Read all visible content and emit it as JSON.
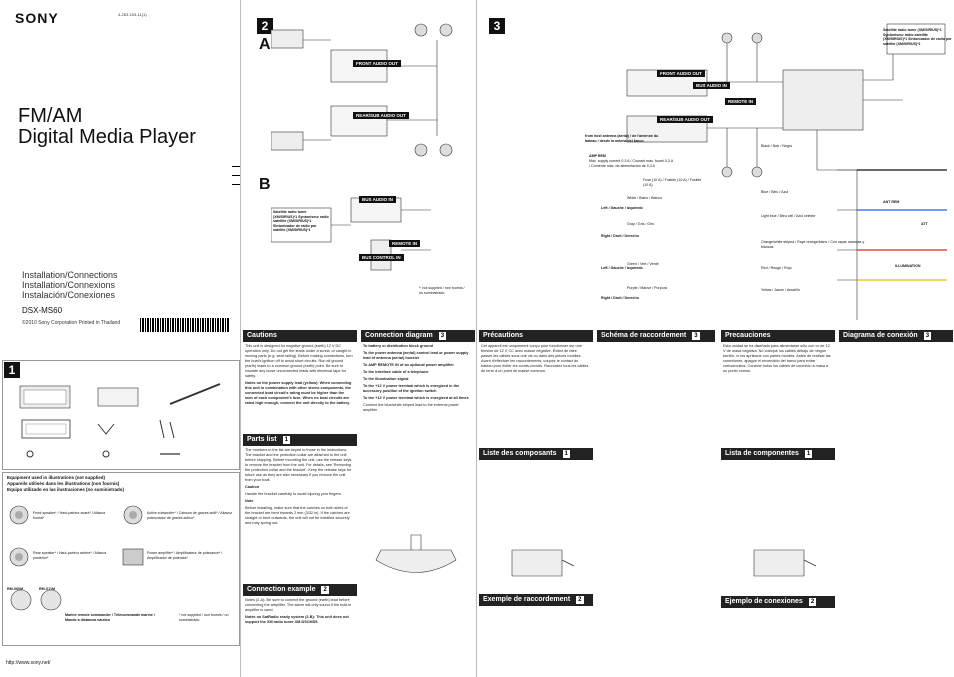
{
  "header": {
    "brand": "SONY",
    "part_number": "4-263-153-11(1)",
    "title_line1": "FM/AM",
    "title_line2": "Digital Media Player",
    "subtitle_en": "Installation/Connections",
    "subtitle_fr": "Installation/Connexions",
    "subtitle_es": "Instalación/Conexiones",
    "model": "DSX-MS60",
    "copyright": "©2010 Sony Corporation   Printed in Thailand",
    "url": "http://www.sony.net/"
  },
  "section_numbers": {
    "s1": "1",
    "s2": "2",
    "s3": "3",
    "a": "A",
    "b": "B"
  },
  "diagram_labels": {
    "front_audio_out": "FRONT AUDIO OUT",
    "rear_sub_audio_out": "REAR/SUB AUDIO OUT",
    "bus_audio_in": "BUS AUDIO IN",
    "remote_in": "REMOTE IN",
    "bus_control_in": "BUS CONTROL IN",
    "satellite_tuner": "Satellite radio tuner (XM/SIRIUS)*1 Syntoniseur radio satellite (XM/SIRIUS)*1 Sintonizador de radio por satélite (XM/SIRIUS)*1",
    "not_supplied": "*: not supplied / non fournis / no suministrado",
    "amp_rem": "AMP REM",
    "amp_rem_text": "Max. supply current 0.3 A / Courant max. fourni 0,3 A / Corriente máx. de alimentación de 0,3 A",
    "from_remote": "from host antenna (aerial) / de l'antenne du bateau / desde la antena del barco",
    "ant_rem": "ANT REM",
    "att": "ATT",
    "illumination": "ILLUMINATION",
    "fuse": "Fuse (10 A) / Fusible (10 A) / Fusible (10 A)",
    "left": "Left / Gauche / Izquierdo",
    "right": "Right / Droit / Derecho",
    "white": "White / Blanc / Blanco",
    "gray": "Gray / Gris / Gris",
    "green": "Green / Vert / Verde",
    "purple": "Purple / Mauve / Púrpura",
    "black": "Black / Noir / Negro",
    "blue": "Blue / Bleu / Azul",
    "red": "Red / Rouge / Rojo",
    "yellow": "Yellow / Jaune / Amarillo",
    "light_blue": "Light blue / Bleu ciel / Azul celeste",
    "orange_white": "Orange/white striped / Rayé orange/blanc / Con rayas naranjas y blancas"
  },
  "col1": {
    "cautions_title": "Cautions",
    "cautions_text": "This unit is designed for negative ground (earth) 12 V DC operation only. Do not get the leads under a screw, or caught in moving parts (e.g. seat railing). Before making connections, turn the boat's ignition off to avoid short circuits. Run all ground (earth) leads to a common ground (earth) point. Be sure to insulate any loose unconnected leads with electrical tape for safety.",
    "notes_power": "Notes on the power supply lead (yellow): When connecting this unit in combination with other stereo components, the connected boat circuit's rating must be higher than the sum of each component's fuse. When no boat circuits are rated high enough, connect the unit directly to the battery.",
    "parts_title": "Parts list",
    "parts_num": "1",
    "parts_text": "The numbers in the list are keyed to those in the instructions. The bracket and the protection collar are attached to the unit before shipping. Before mounting the unit, use the release keys to remove the bracket from the unit. For details, see 'Removing the protection collar and the bracket'. Keep the release keys for future use as they are also necessary if you remove the unit from your boat.",
    "caution_label": "Caution",
    "caution_text": "Handle the bracket carefully to avoid injuring your fingers.",
    "note_label": "Note",
    "note_text": "Before installing, make sure that the catches on both sides of the bracket are bent inwards 2 mm (3/32 in). If the catches are straight or bent outwards, the unit will not be installed securely and may spring out.",
    "connection_title": "Connection example",
    "connection_num": "2",
    "connection_notes": "Notes (2-A): Be sure to connect the ground (earth) lead before connecting the amplifier. The alarm will only sound if the built-in amplifier is used.",
    "satellite_note": "Notes on SatRadio ready system (2-B): This unit does not support the XM radio tuner XM-DSCMS5.",
    "equipment_title_en": "Equipment used in illustrations (not supplied)",
    "equipment_title_fr": "Appareils utilisés dans les illustrations (non fournis)",
    "equipment_title_es": "Equipo utilizado en las ilustraciones (no suministrado)",
    "front_speaker": "Front speaker* / Haut-parleur avant* / Altavoz frontal*",
    "active_sub": "Active subwoofer* / Caisson de graves actif* / Altavoz potenciador de graves activo*",
    "rear_speaker": "Rear speaker* / Haut-parleur arrière* / Altavoz posterior*",
    "power_amp": "Power amplifier* / Amplificateur de puissance* / Amplificador de potencia*",
    "rm_x60m": "RM-X60M",
    "rm_x11m": "RM-X11M",
    "marine_remote": "Marine remote commander / Télécommande marine / Mando a distancia náutico",
    "not_supplied": "* not supplied / non fournis / no suministrado"
  },
  "col2": {
    "diagram_title": "Connection diagram",
    "diagram_num": "3",
    "items": [
      "To battery or distribution block ground",
      "To the power antenna (aerial) control lead or power supply lead of antenna (aerial) booster",
      "To AMP REMOTE IN of an optional power amplifier",
      "To the interface cable of a telephone",
      "To the illumination signal",
      "To the +12 V power terminal which is energized in the accessory position of the ignition switch",
      "To the +12 V power terminal which is energized at all times",
      "Connect the blue/white striped lead to the external power amplifier"
    ]
  },
  "col3": {
    "precautions_title": "Précautions",
    "raccordement_title": "Schéma de raccordement",
    "raccordement_num": "3",
    "liste_title": "Liste des composants",
    "liste_num": "1",
    "exemple_title": "Exemple de raccordement",
    "exemple_num": "2",
    "precauciones_title": "Precauciones",
    "diagrama_title": "Diagrama de conexión",
    "diagrama_num": "3",
    "lista_title": "Lista de componentes",
    "lista_num": "1",
    "ejemplo_title": "Ejemplo de conexiones",
    "ejemplo_num": "2",
    "fr_text": "Cet appareil est uniquement conçu pour fonctionner sur une tension de 12 V CC avec masse négative. Évitez de faire passer les câbles sous une vis ou dans des pièces mobiles. Avant d'effectuer les raccordements, coupez le contact du bateau pour éviter les courts-circuits. Raccordez tous les câbles de terre à un point de masse commun.",
    "es_text": "Esta unidad se ha diseñado para alimentarse sólo con cc de 12 V de masa negativa. No coloque los cables debajo de ningún tornillo, ni los aprisione con partes móviles. Antes de realizar las conexiones, apague el encendido del barco para evitar cortocircuitos. Conecte todos los cables de conexión a masa a un punto común."
  }
}
